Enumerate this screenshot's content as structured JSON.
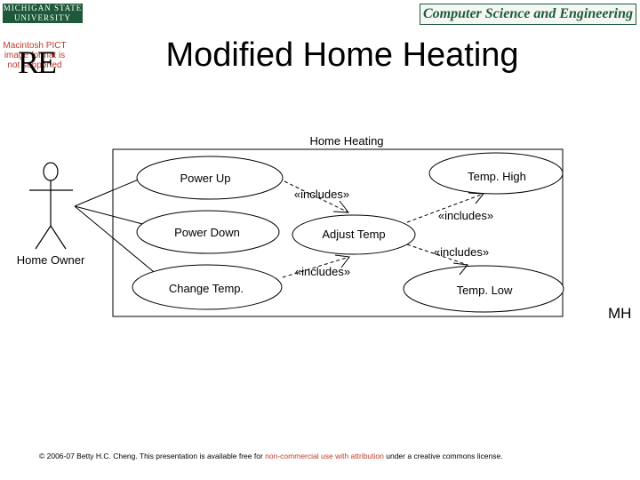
{
  "header": {
    "university_logo_line1": "MICHIGAN STATE",
    "university_logo_line2": "UNIVERSITY",
    "department_logo_text": "Computer Science and Engineering",
    "pict_placeholder": "Macintosh PICT image format is not supported",
    "re_logo_text": "RE"
  },
  "slide": {
    "title": "Modified Home Heating",
    "tag": "MH"
  },
  "diagram": {
    "system_name": "Home Heating",
    "actor": "Home Owner",
    "use_cases": {
      "power_up": "Power Up",
      "power_down": "Power Down",
      "change_temp": "Change Temp.",
      "adjust_temp": "Adjust Temp",
      "temp_high": "Temp. High",
      "temp_low": "Temp. Low"
    },
    "relationships": {
      "inc1": "«includes»",
      "inc2": "«includes»",
      "inc3": "«includes»",
      "inc4": "«includes»"
    }
  },
  "footer": {
    "part1": "© 2006-07 Betty H.C. Cheng. This presentation is available free for",
    "part2": "non-commercial use with attribution",
    "part3": "under a creative commons license."
  }
}
